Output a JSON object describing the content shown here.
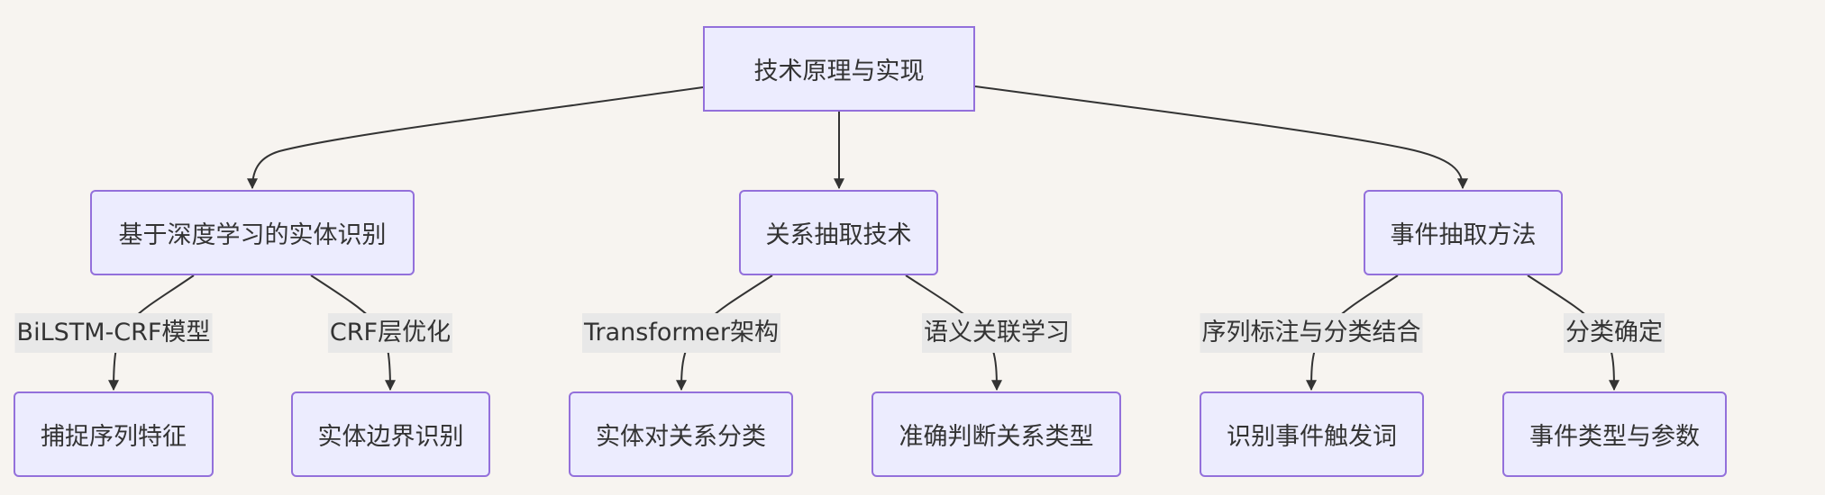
{
  "diagram": {
    "root": "技术原理与实现",
    "branches": [
      {
        "label": "基于深度学习的实体识别",
        "children": [
          {
            "edge_label": "BiLSTM-CRF模型",
            "label": "捕捉序列特征"
          },
          {
            "edge_label": "CRF层优化",
            "label": "实体边界识别"
          }
        ]
      },
      {
        "label": "关系抽取技术",
        "children": [
          {
            "edge_label": "Transformer架构",
            "label": "实体对关系分类"
          },
          {
            "edge_label": "语义关联学习",
            "label": "准确判断关系类型"
          }
        ]
      },
      {
        "label": "事件抽取方法",
        "children": [
          {
            "edge_label": "序列标注与分类结合",
            "label": "识别事件触发词"
          },
          {
            "edge_label": "分类确定",
            "label": "事件类型与参数"
          }
        ]
      }
    ]
  },
  "colors": {
    "background": "#f7f4f0",
    "node_fill": "#ececfe",
    "node_border": "#9370db",
    "edge": "#333333",
    "label_bg": "#e8e8e8",
    "text": "#333333"
  }
}
